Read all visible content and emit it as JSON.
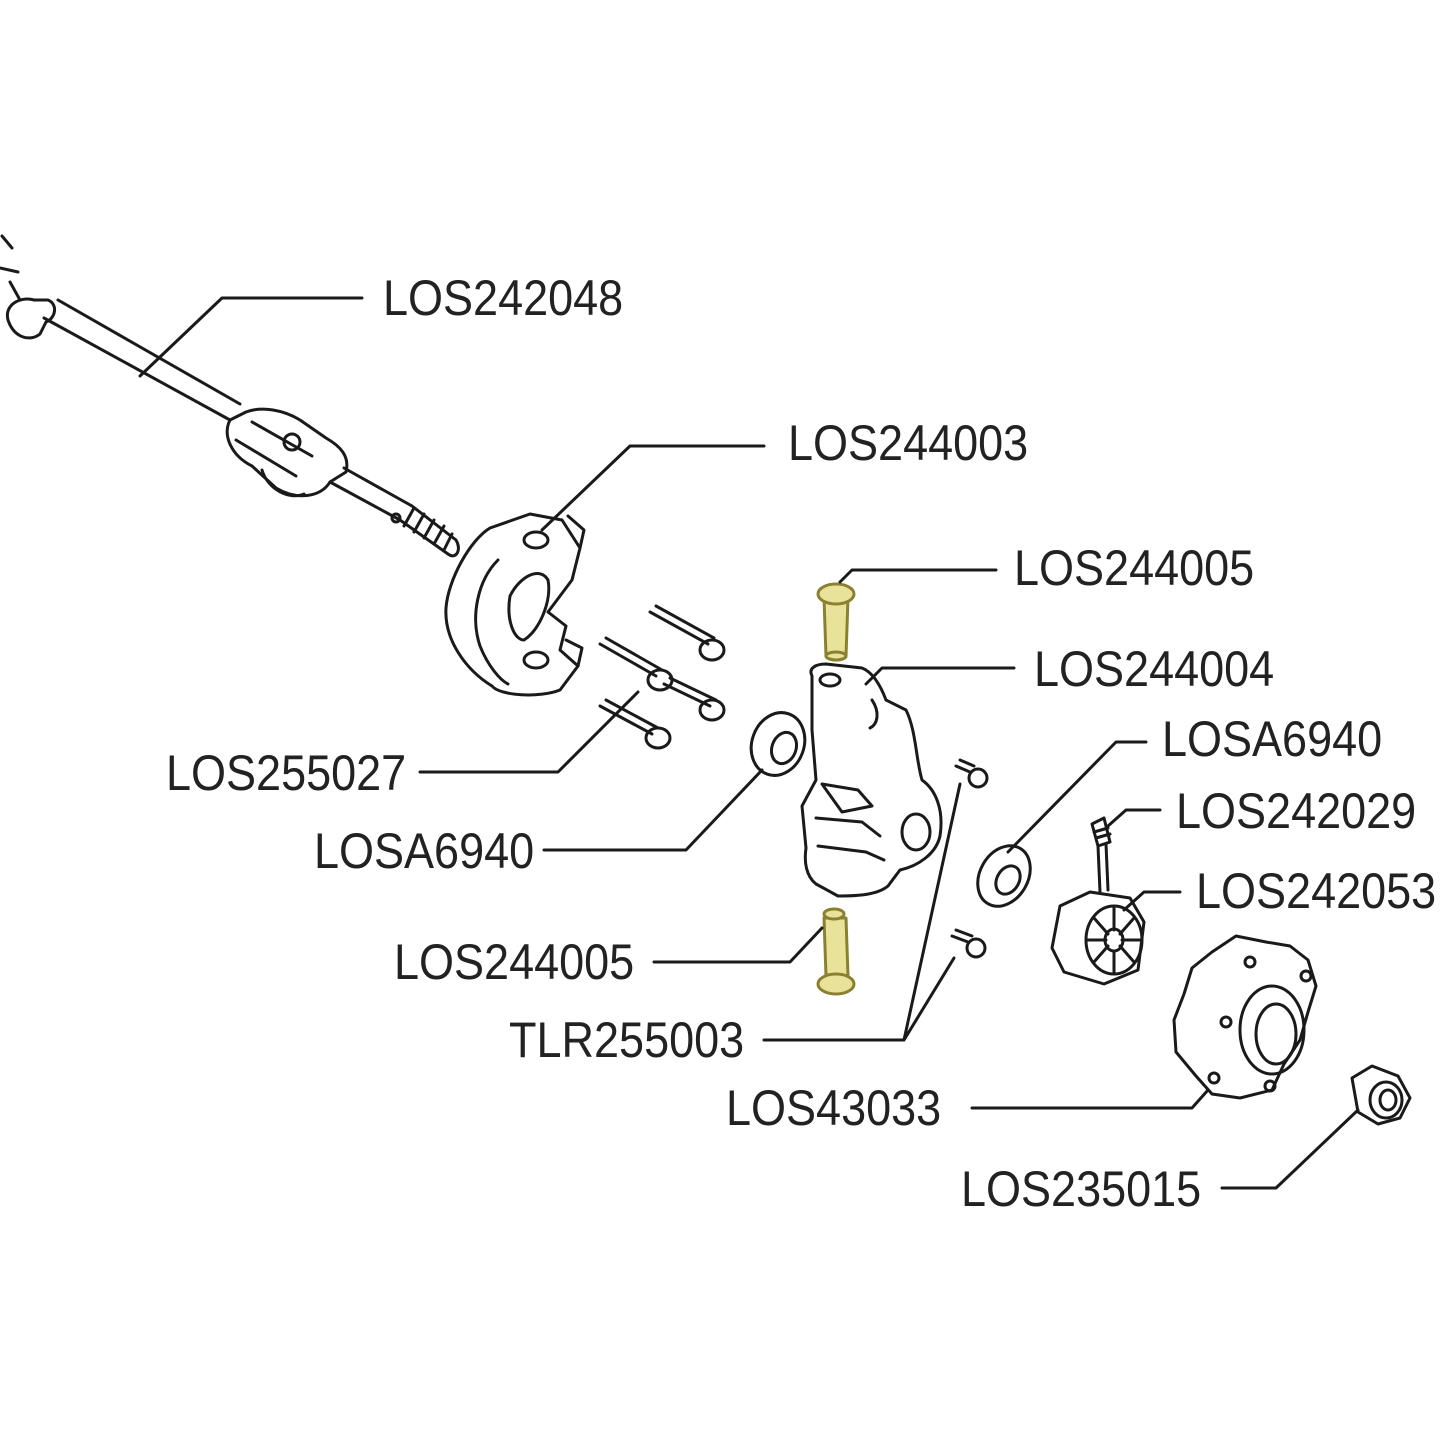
{
  "diagram": {
    "colors": {
      "line": "#1a1a1a",
      "part_fill": "#ffffff",
      "highlight_fill": "#e8e29a",
      "highlight_stroke": "#8a8030",
      "text": "#222222"
    },
    "callouts": [
      {
        "id": "driveshaft",
        "part_number": "LOS242048"
      },
      {
        "id": "steering-block",
        "part_number": "LOS244003"
      },
      {
        "id": "kingpin-top",
        "part_number": "LOS244005"
      },
      {
        "id": "spindle-carrier",
        "part_number": "LOS244004"
      },
      {
        "id": "bearing-right",
        "part_number": "LOSA6940"
      },
      {
        "id": "set-screw",
        "part_number": "LOS242029"
      },
      {
        "id": "hex-adapter",
        "part_number": "LOS242053"
      },
      {
        "id": "screws-left",
        "part_number": "LOS255027"
      },
      {
        "id": "bearing-left",
        "part_number": "LOSA6940"
      },
      {
        "id": "kingpin-bottom",
        "part_number": "LOS244005"
      },
      {
        "id": "small-screws",
        "part_number": "TLR255003"
      },
      {
        "id": "wheel-hub",
        "part_number": "LOS43033"
      },
      {
        "id": "wheel-nut",
        "part_number": "LOS235015"
      }
    ]
  }
}
